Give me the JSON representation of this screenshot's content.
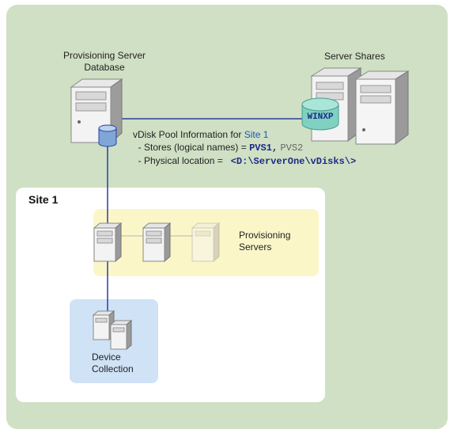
{
  "db_title": [
    "Provisioning Server",
    "Database"
  ],
  "shares_title": "Server Shares",
  "store_tag": "WINXP",
  "info": {
    "heading_prefix": "vDisk Pool Information for ",
    "heading_site": "Site 1",
    "stores_prefix": "- Stores (logical names) = ",
    "store_primary": "PVS1,",
    "store_secondary": "PVS2",
    "location_prefix": "- Physical location =",
    "location_path": "<D:\\ServerOne\\vDisks\\>"
  },
  "site_label": "Site 1",
  "prov_servers_label": [
    "Provisioning",
    "Servers"
  ],
  "device_collection_label": [
    "Device",
    "Collection"
  ],
  "colors": {
    "outer_bg": "#cfe0c4",
    "site_bg": "#ffffff",
    "prov_zone": "#fbf6c8",
    "device_zone": "#cfe2f6",
    "connector": "#2b3f9e",
    "accent_blue": "#1a57b8",
    "path_text": "#1c2a86",
    "winxp_disk": "#7fd1c2"
  },
  "icons": [
    "server-icon",
    "database-icon",
    "storage-disk-icon",
    "device-icon"
  ]
}
